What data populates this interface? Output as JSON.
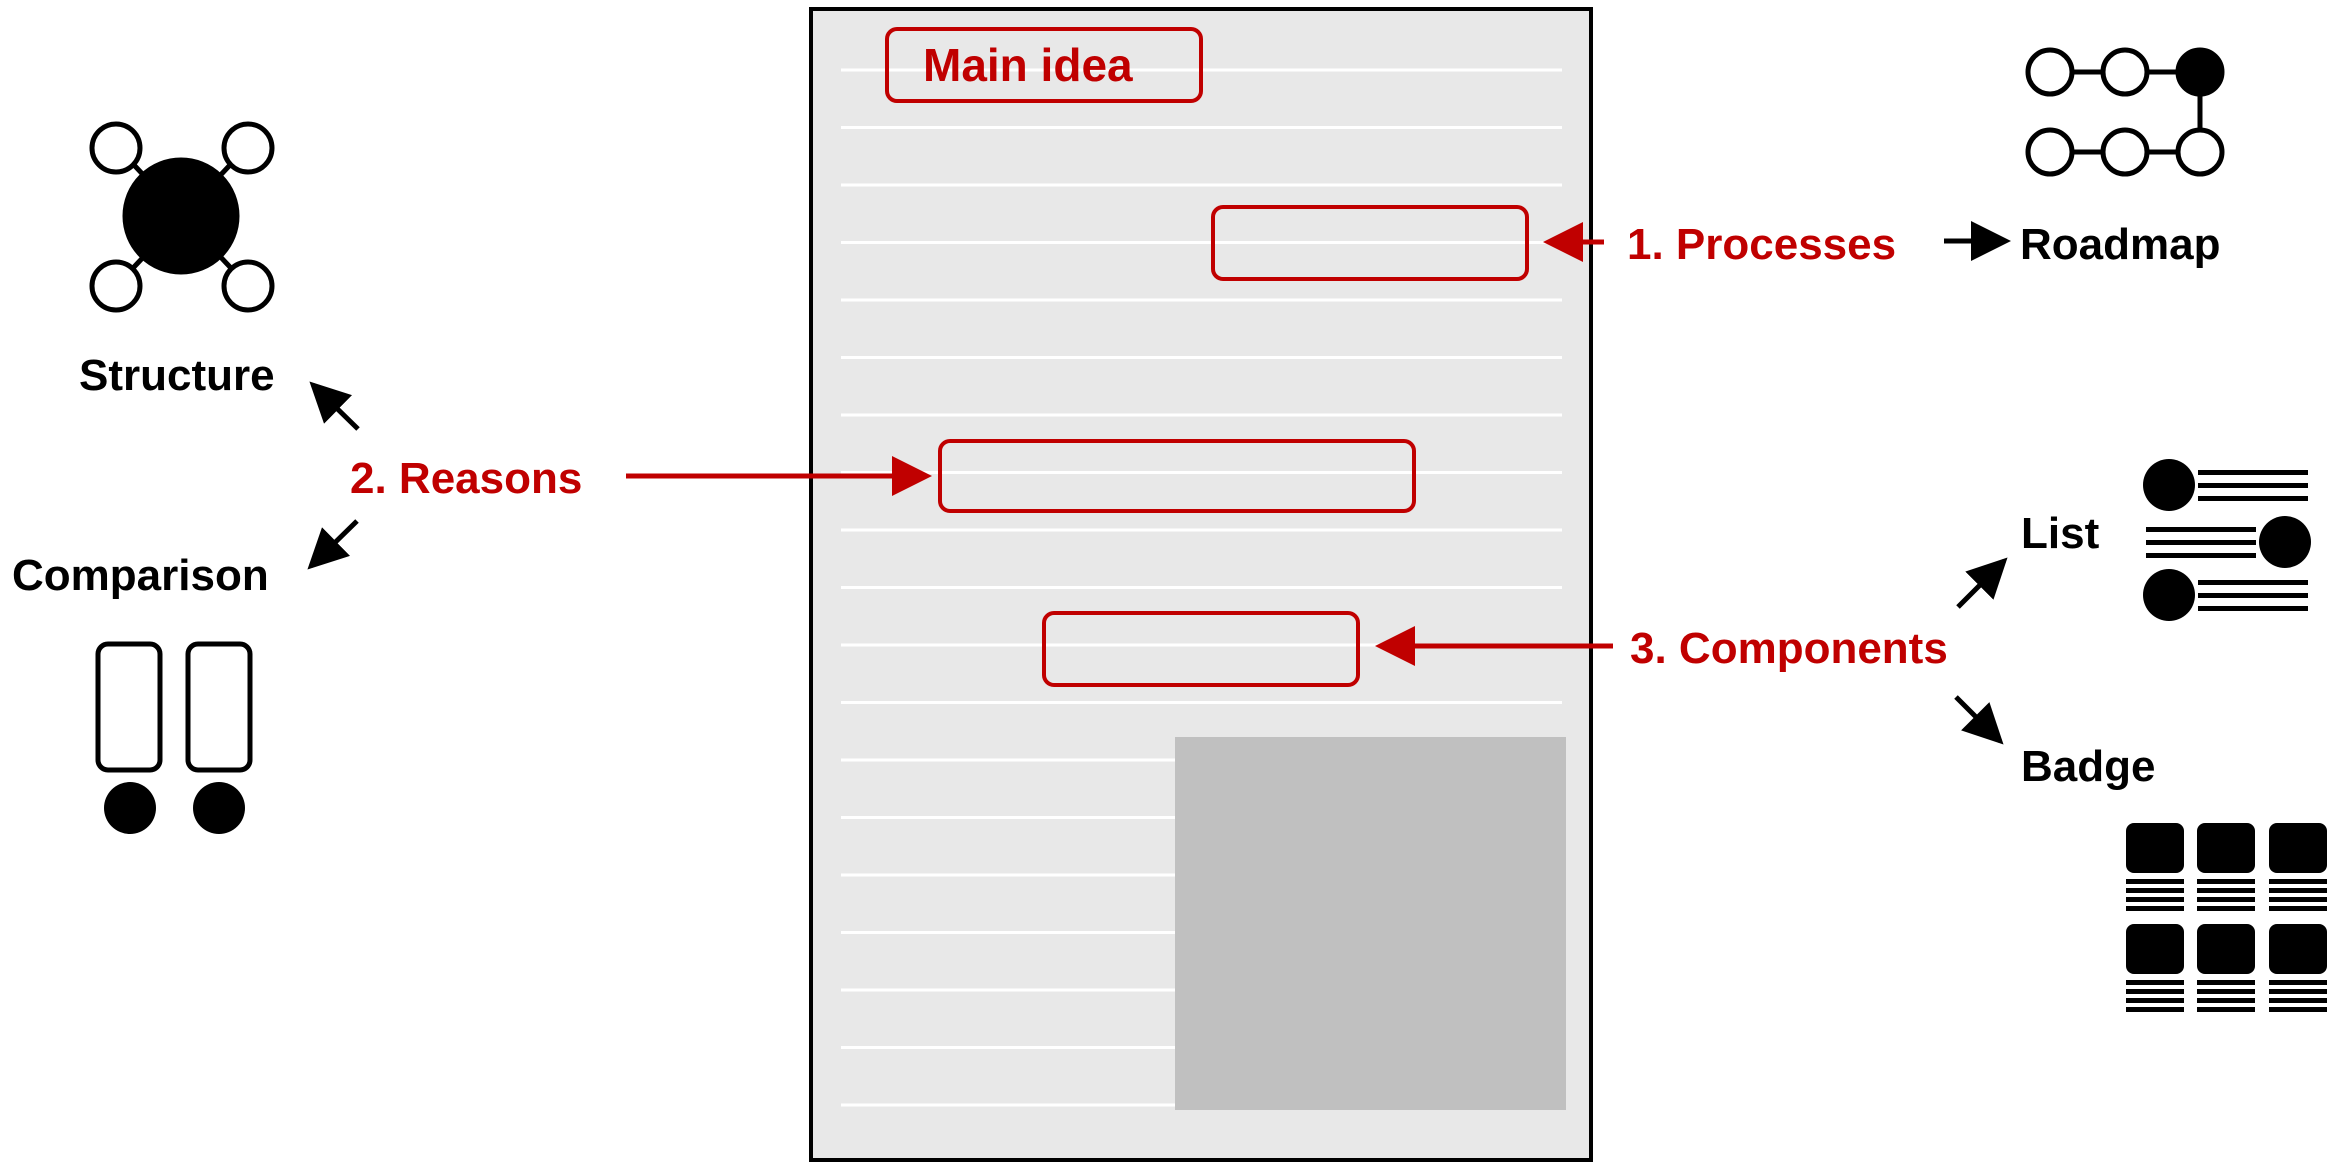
{
  "document": {
    "main_idea": "Main idea"
  },
  "callouts": {
    "processes": "1. Processes",
    "reasons": "2. Reasons",
    "components": "3. Components"
  },
  "outcomes": {
    "roadmap": "Roadmap",
    "structure": "Structure",
    "comparison": "Comparison",
    "list": "List",
    "badge": "Badge"
  },
  "icons": {
    "roadmap": "roadmap-icon",
    "structure": "structure-icon",
    "comparison": "comparison-icon",
    "list": "list-icon",
    "badge": "badge-icon"
  },
  "colors": {
    "accent": "#c00000",
    "ink": "#000000",
    "page": "#e8e8e8",
    "page_rule": "#ffffff",
    "figure_block": "#c0c0c0"
  }
}
